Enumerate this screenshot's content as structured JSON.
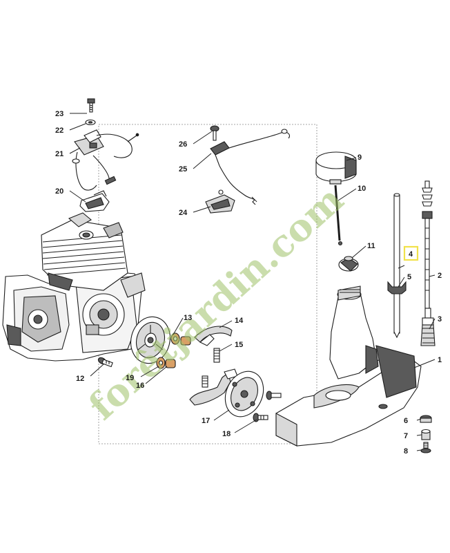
{
  "watermark": "forêtjardin.com",
  "colors": {
    "line": "#1c1c1c",
    "fill_light": "#ffffff",
    "fill_mid": "#d9d9d9",
    "fill_dark": "#5a5a5a",
    "copper": "#d9a066",
    "highlight": "#f1e24a",
    "watermark": "#9fc36a"
  },
  "callouts": {
    "n1": "1",
    "n2": "2",
    "n3": "3",
    "n4": "4",
    "n5": "5",
    "n6": "6",
    "n7": "7",
    "n8": "8",
    "n9": "9",
    "n10": "10",
    "n11": "11",
    "n12": "12",
    "n13": "13",
    "n14": "14",
    "n15": "15",
    "n16": "16",
    "n17": "17",
    "n18": "18",
    "n19": "19",
    "n20": "20",
    "n21": "21",
    "n22": "22",
    "n23": "23",
    "n24": "24",
    "n25": "25",
    "n26": "26"
  },
  "highlighted_callout": "4"
}
